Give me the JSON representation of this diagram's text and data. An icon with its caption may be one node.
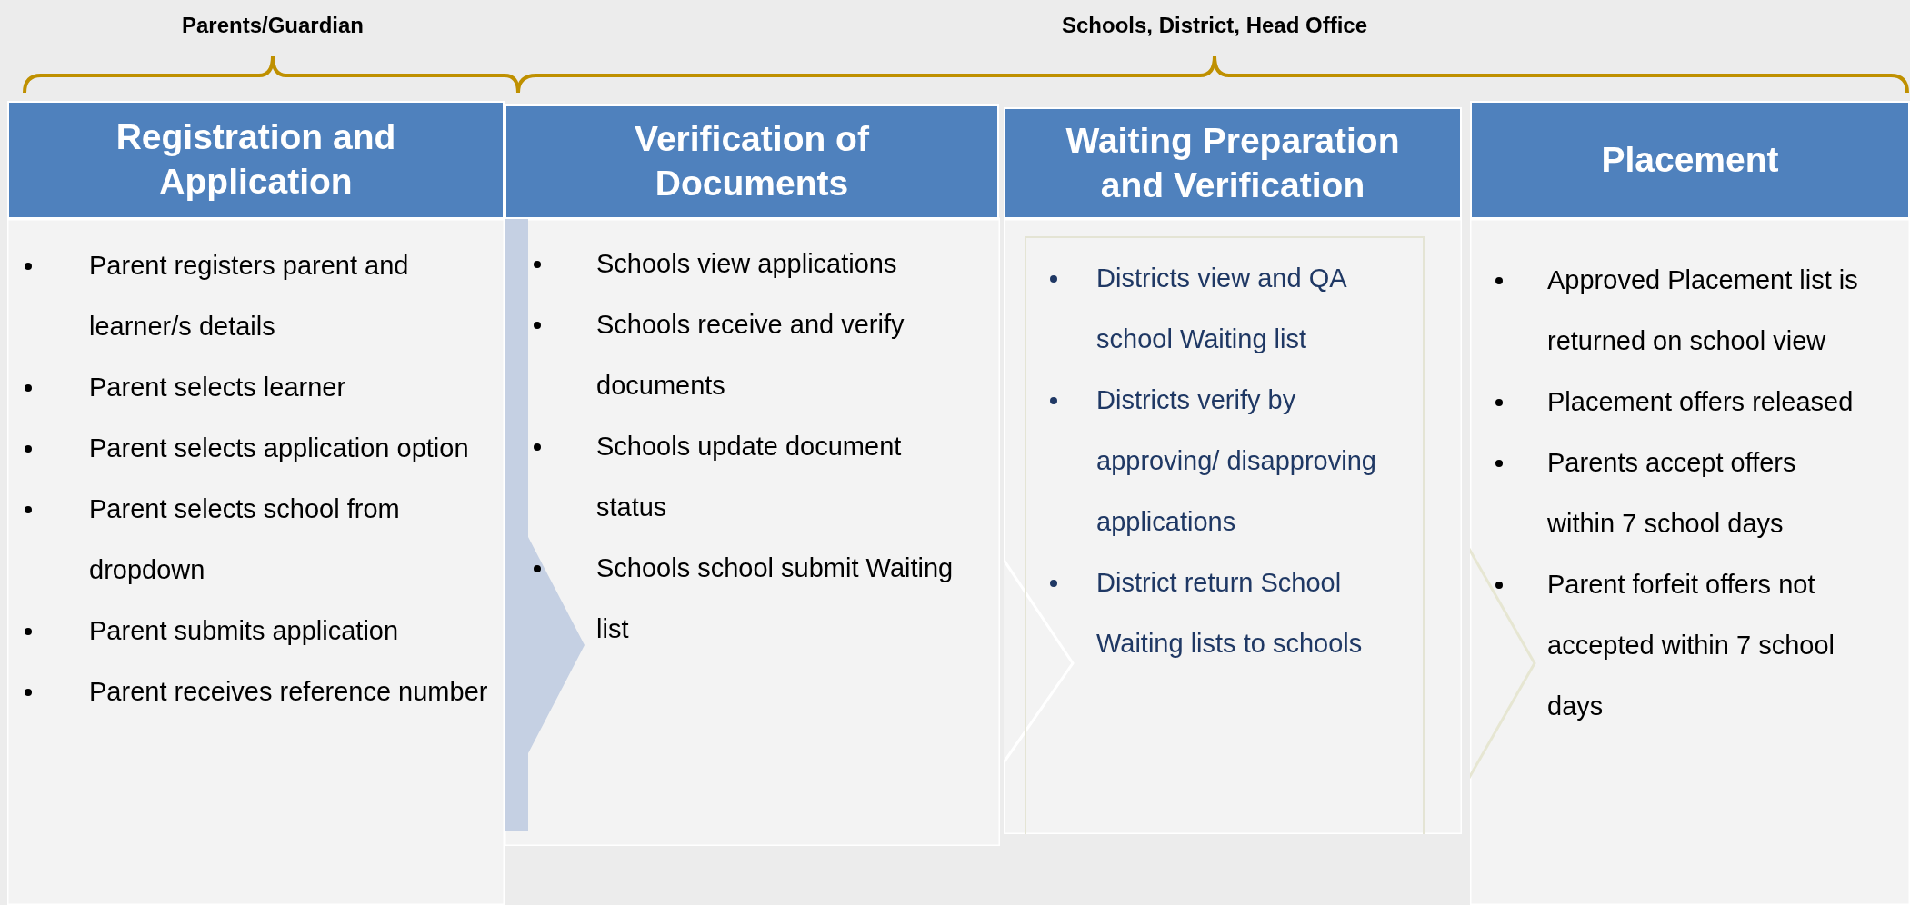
{
  "diagram": {
    "nodes": [
      {
        "text": [
          "Registration and Application",
          "Parent registers parent and learner/s details",
          "Parent  selects learner",
          "Parent selects application option",
          "Parent selects school from dropdown",
          "Parent submits application",
          "Parent receives reference number"
        ]
      },
      {
        "text": [
          "Verification of Documents",
          "Schools view applications",
          "Schools receive and verify documents",
          "Schools update document status",
          "Schools school submit Waiting list"
        ]
      },
      {
        "text": [
          "Waiting Preparation and Verification",
          "Districts view and QA school Waiting list",
          "Districts verify by approving/ disapproving applications",
          "District return School Waiting lists to schools"
        ]
      },
      {
        "text": [
          "Placement",
          "Approved Placement list is returned on school view",
          "Placement offers released",
          "Parents accept offers within 7 school days",
          "Parent forfeit offers not accepted within 7 school days"
        ]
      }
    ],
    "edges": [],
    "labels": [
      "Parents/Guardian",
      "Schools, District, Head Office"
    ]
  }
}
